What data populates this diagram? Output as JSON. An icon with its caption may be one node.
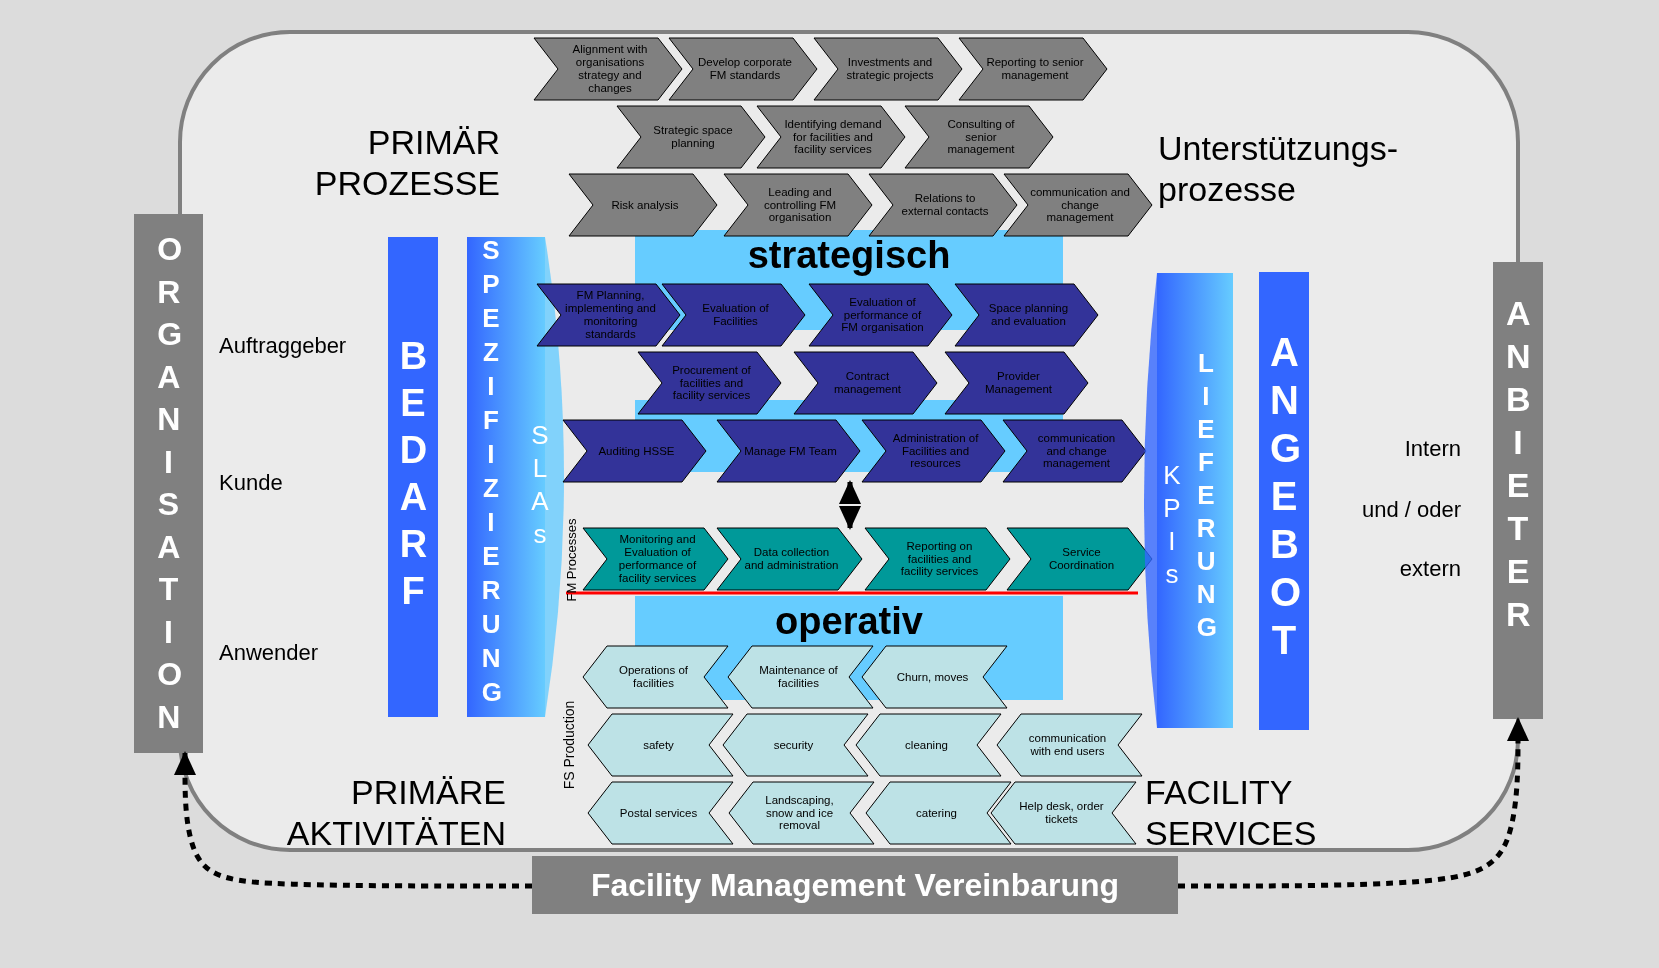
{
  "diagram": {
    "nodes": [
      {
        "text": [
          "ORGANISATION"
        ]
      },
      {
        "text": [
          "BEDARF"
        ]
      },
      {
        "text": [
          "SPEZIFIZIERUNG",
          "SLAs"
        ]
      },
      {
        "text": [
          "strategisch"
        ]
      },
      {
        "text": [],
        "shape": "band"
      },
      {
        "text": [
          "operativ"
        ]
      },
      {
        "text": [
          "Alignment with organisations strategy and changes"
        ]
      },
      {
        "text": [
          "Develop corporate FM standards"
        ]
      },
      {
        "text": [
          "Investments and strategic projects"
        ]
      },
      {
        "text": [
          "Reporting to senior management"
        ]
      },
      {
        "text": [
          "Strategic space planning"
        ]
      },
      {
        "text": [
          "Identifying demand for facilities and facility services"
        ]
      },
      {
        "text": [
          "Consulting of senior management"
        ]
      },
      {
        "text": [
          "Risk analysis"
        ]
      },
      {
        "text": [
          "Leading and controlling FM organisation"
        ]
      },
      {
        "text": [
          "Relations to external contacts"
        ]
      },
      {
        "text": [
          "communication and change management"
        ]
      },
      {
        "text": [
          "FM Planning, implementing and monitoring standards"
        ]
      },
      {
        "text": [
          "Evaluation of Facilities"
        ]
      },
      {
        "text": [
          "Evaluation of performance of FM organisation"
        ]
      },
      {
        "text": [
          "Space planning and evaluation"
        ]
      },
      {
        "text": [
          "Procurement of facilities and facility services"
        ]
      },
      {
        "text": [
          "Contract management"
        ]
      },
      {
        "text": [
          "Provider Management"
        ]
      },
      {
        "text": [
          "Auditing HSSE"
        ]
      },
      {
        "text": [
          "Manage FM Team"
        ]
      },
      {
        "text": [
          "Administration of Facilities and resources"
        ]
      },
      {
        "text": [
          "communication and change management"
        ]
      },
      {
        "text": [
          "Monitoring and Evaluation of performance of facility services"
        ]
      },
      {
        "text": [
          "Data collection and administration"
        ]
      },
      {
        "text": [
          "Reporting on facilities and facility services"
        ]
      },
      {
        "text": [
          "Service Coordination"
        ]
      },
      {
        "text": [
          "Operations of facilities"
        ]
      },
      {
        "text": [
          "Maintenance of facilities"
        ]
      },
      {
        "text": [
          "Churn, moves"
        ]
      },
      {
        "text": [
          "safety"
        ]
      },
      {
        "text": [
          "security"
        ]
      },
      {
        "text": [
          "cleaning"
        ]
      },
      {
        "text": [
          "communication with end users"
        ]
      },
      {
        "text": [
          "Postal services"
        ]
      },
      {
        "text": [
          "Landscaping, snow and ice removal"
        ]
      },
      {
        "text": [
          "catering"
        ]
      },
      {
        "text": [
          "Help desk, order tickets"
        ]
      },
      {
        "text": [
          "KPIs",
          "LIEFERUNG"
        ]
      },
      {
        "text": [
          "ANGEBOT"
        ]
      },
      {
        "text": [
          "ANBIETER"
        ]
      },
      {
        "text": [
          "Facility Management Vereinbarung"
        ]
      }
    ],
    "edges": [
      {
        "from": 25,
        "to": 29,
        "arrow": "both",
        "style": "dashed"
      },
      {
        "from": 46,
        "to": 0,
        "arrow": "to",
        "style": "dashed"
      },
      {
        "from": 46,
        "to": 45,
        "arrow": "to",
        "style": "dashed"
      }
    ],
    "labels": [
      "PRIMÄR PROZESSE",
      "Unterstützungs- prozesse",
      "Auftraggeber",
      "Kunde",
      "Anwender",
      "Intern",
      "und / oder",
      "extern",
      "FM Processes",
      "FS Production",
      "PRIMÄRE AKTIVITÄTEN",
      "FACILITY SERVICES"
    ]
  }
}
